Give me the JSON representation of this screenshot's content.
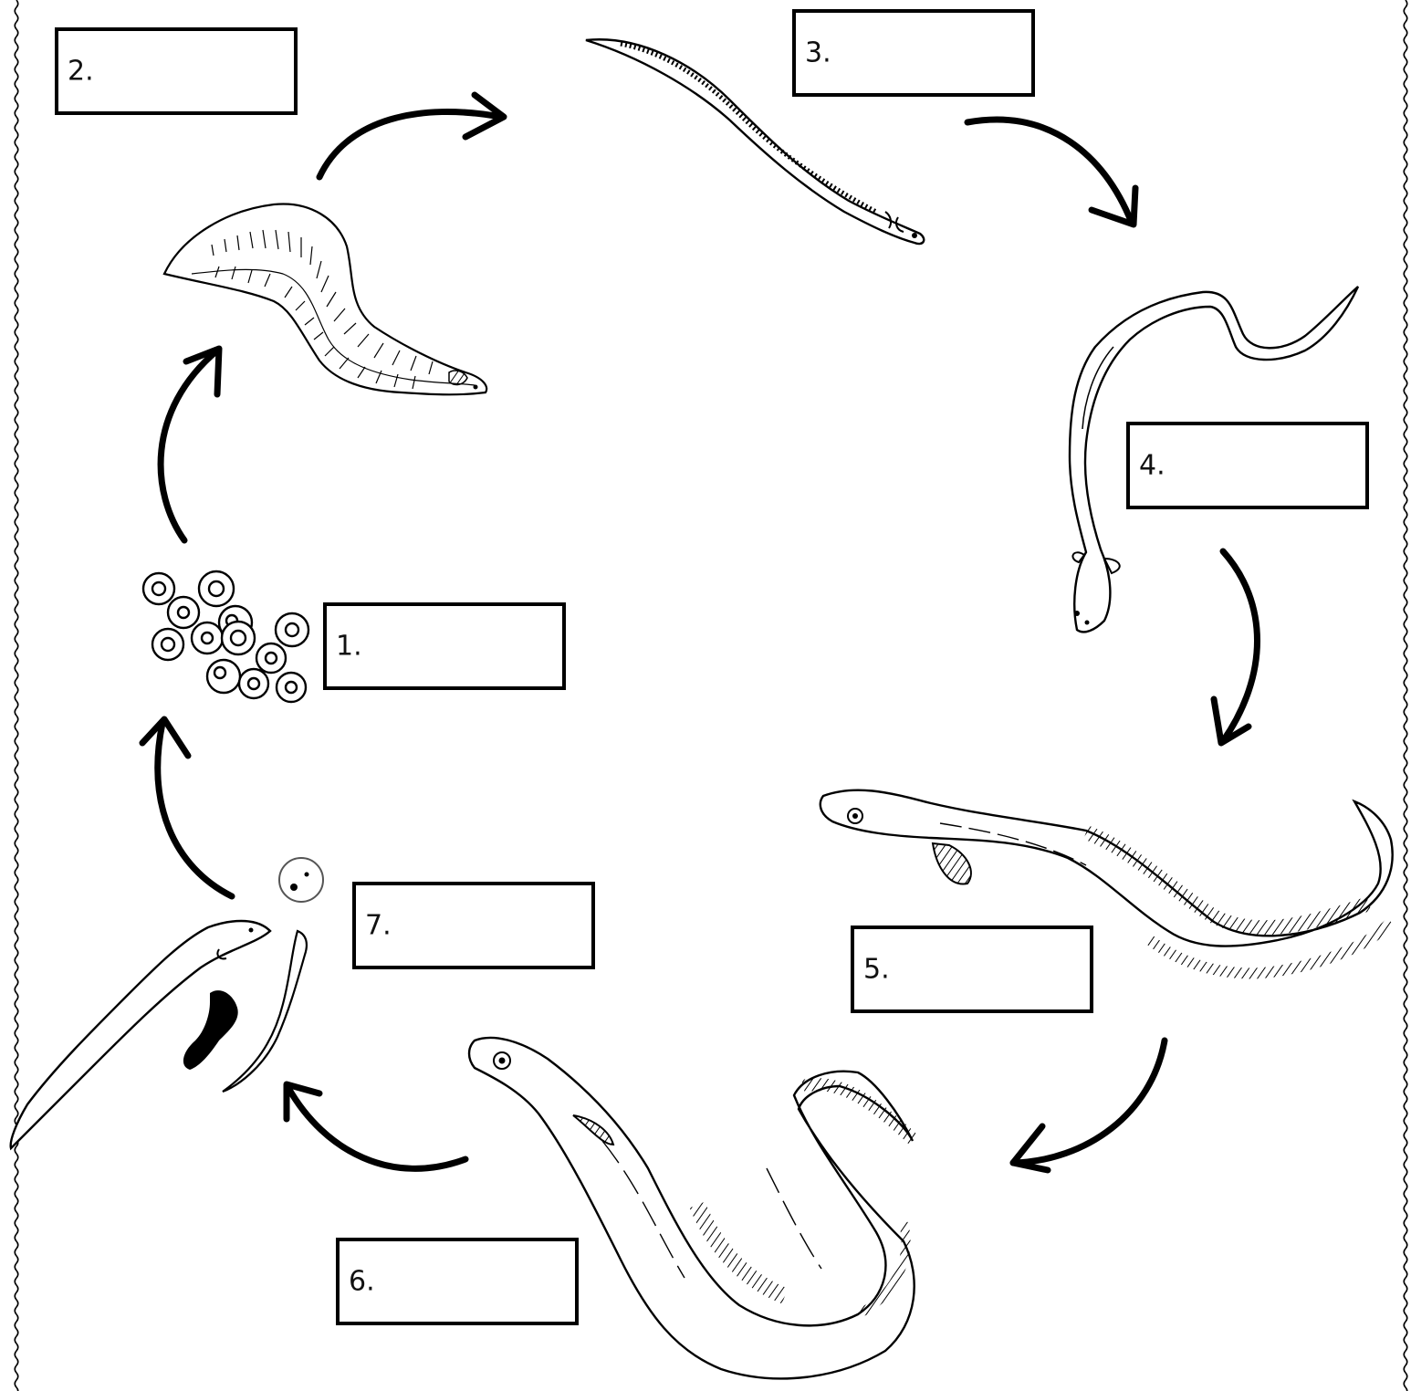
{
  "labels": [
    "1.",
    "2.",
    "3.",
    "4.",
    "5.",
    "6.",
    "7."
  ],
  "colors": {
    "ink": "#000000",
    "paper": "#ffffff"
  },
  "icons": [
    "eggs-icon",
    "leptocephalus-larva-icon",
    "glass-eel-icon",
    "elver-icon",
    "yellow-eel-icon",
    "silver-eel-icon",
    "spawning-eels-icon",
    "cycle-arrow-icon"
  ]
}
